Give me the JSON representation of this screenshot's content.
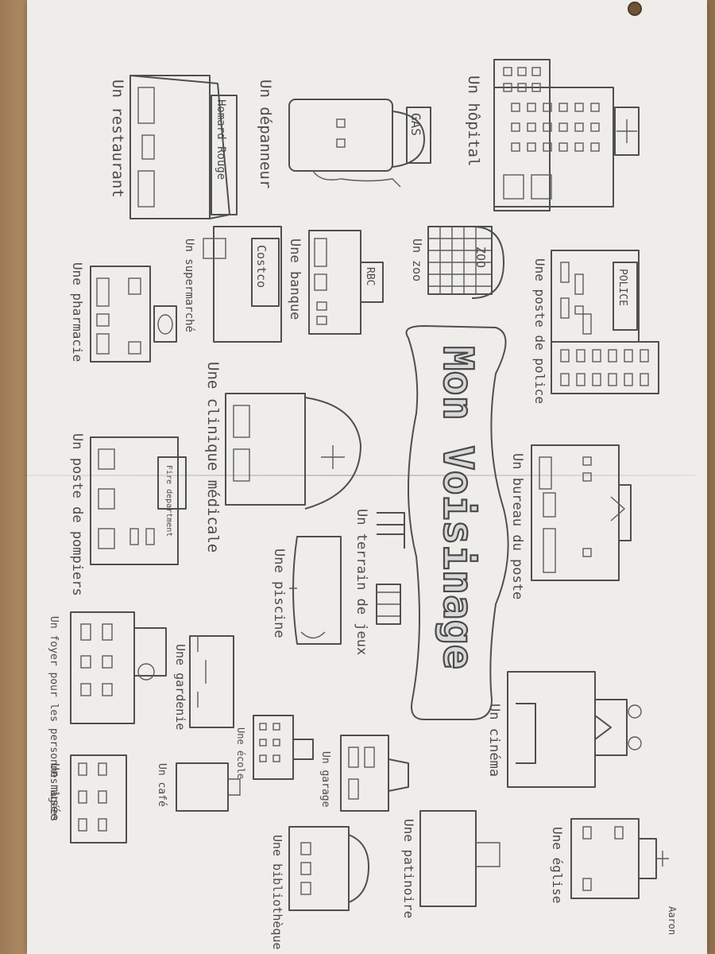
{
  "title": "Mon Voisinage",
  "author": "Aaron",
  "places": [
    {
      "label": "Un hôpital"
    },
    {
      "label": "Un dépanneur",
      "sign": "GAS"
    },
    {
      "label": "Un restaurant",
      "sign": "Homard Rouge"
    },
    {
      "label": "Un zoo",
      "sign": "ZOO"
    },
    {
      "label": "Une poste de police",
      "sign": "POLICE"
    },
    {
      "label": "Une banque",
      "sign": "RBC"
    },
    {
      "label": "Un supermarché",
      "sign": "Costco"
    },
    {
      "label": "Une pharmacie"
    },
    {
      "label": "Un bureau du poste"
    },
    {
      "label": "Une clinique médicale"
    },
    {
      "label": "Un terrain de jeux"
    },
    {
      "label": "Une piscine"
    },
    {
      "label": "Un poste de pompiers",
      "sign": "Fire department"
    },
    {
      "label": "Un cinéma"
    },
    {
      "label": "Une gardenie"
    },
    {
      "label": "Un foyer pour les personnes âgées"
    },
    {
      "label": "Une école"
    },
    {
      "label": "Un garage"
    },
    {
      "label": "Un café"
    },
    {
      "label": "Une patinoire"
    },
    {
      "label": "Une bibliothèque"
    },
    {
      "label": "Une église"
    },
    {
      "label": "Un musée"
    }
  ]
}
